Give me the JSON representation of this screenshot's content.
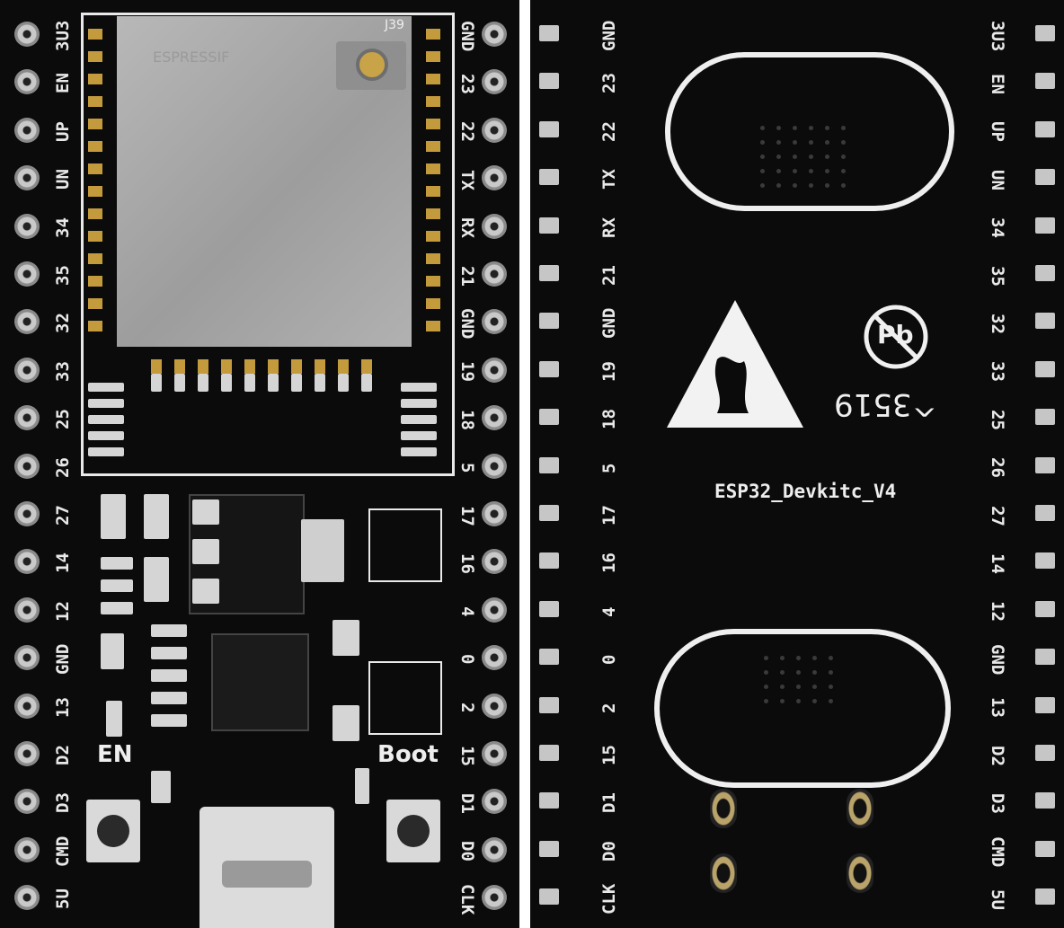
{
  "front": {
    "left_labels": [
      "3U3",
      "EN",
      "UP",
      "UN",
      "34",
      "35",
      "32",
      "33",
      "25",
      "26",
      "27",
      "14",
      "12",
      "GND",
      "13",
      "D2",
      "D3",
      "CMD",
      "5U"
    ],
    "right_labels": [
      "GND",
      "23",
      "22",
      "TX",
      "RX",
      "21",
      "GND",
      "19",
      "18",
      "5",
      "17",
      "16",
      "4",
      "0",
      "2",
      "15",
      "D1",
      "D0",
      "CLK"
    ],
    "antenna_label": "J39",
    "module_text": "ESPRESSIF",
    "en_label": "EN",
    "boot_label": "Boot"
  },
  "back": {
    "left_labels": [
      "GND",
      "23",
      "22",
      "TX",
      "RX",
      "21",
      "GND",
      "19",
      "18",
      "5",
      "17",
      "16",
      "4",
      "0",
      "2",
      "15",
      "D1",
      "D0",
      "CLK"
    ],
    "right_labels": [
      "3U3",
      "EN",
      "UP",
      "UN",
      "34",
      "35",
      "32",
      "33",
      "25",
      "26",
      "27",
      "14",
      "12",
      "GND",
      "13",
      "D2",
      "D3",
      "CMD",
      "5U"
    ],
    "board_name": "ESP32_Devkitc_V4",
    "date_code": "^3519",
    "pb_symbol": "Pb"
  },
  "colors": {
    "pcb": "#0b0b0b",
    "silkscreen": "#e9e9e9",
    "shield": "#a8a8a8",
    "gold": "#c39b3c"
  }
}
